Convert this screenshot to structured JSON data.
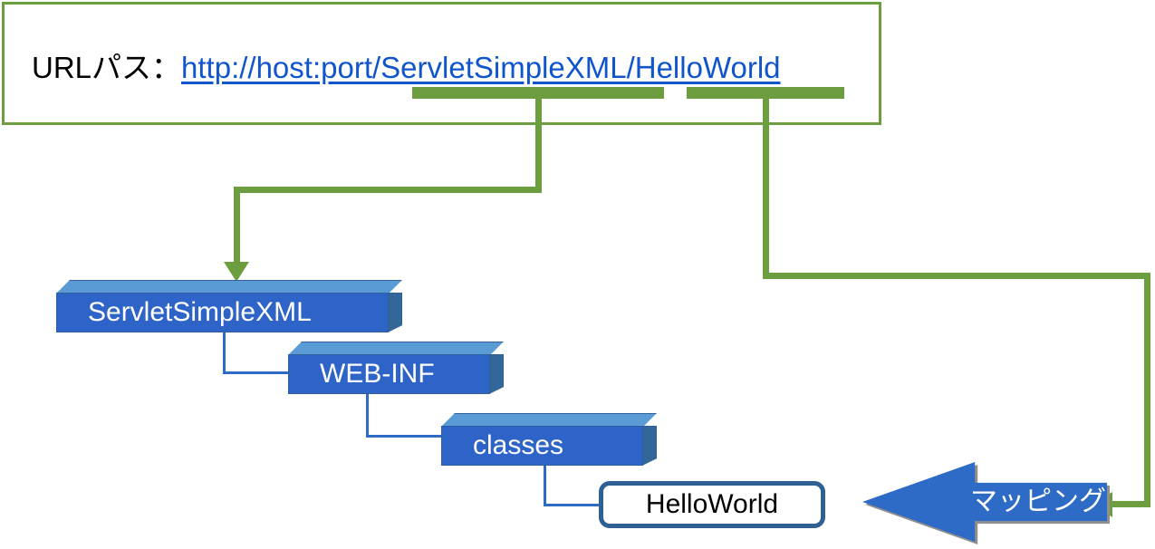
{
  "diagram": {
    "title_text": "URLパス ： http://host:port/ServletSimpleXML/HelloWorld",
    "colors": {
      "green": "#6C9E3F",
      "link_blue": "#1155CC",
      "folder_face": "#2E63C8",
      "folder_top": "#5B9BD5",
      "folder_side": "#336699",
      "box_border": "#2E6094",
      "arrow_blue": "#2E6BC6"
    }
  },
  "url_panel": {
    "label": "URLパス",
    "colon": "：",
    "link": "http://host:port/ServletSimpleXML/HelloWorld",
    "highlights": [
      {
        "name": "context-path-highlight",
        "segment": "ServletSimpleXML"
      },
      {
        "name": "servlet-mapping-highlight",
        "segment": "HelloWorld"
      }
    ]
  },
  "tree": {
    "folders": [
      {
        "label": "ServletSimpleXML"
      },
      {
        "label": "WEB-INF"
      },
      {
        "label": "classes"
      }
    ],
    "class_node": {
      "label": "HelloWorld"
    }
  },
  "mapping": {
    "label": "マッピング"
  }
}
